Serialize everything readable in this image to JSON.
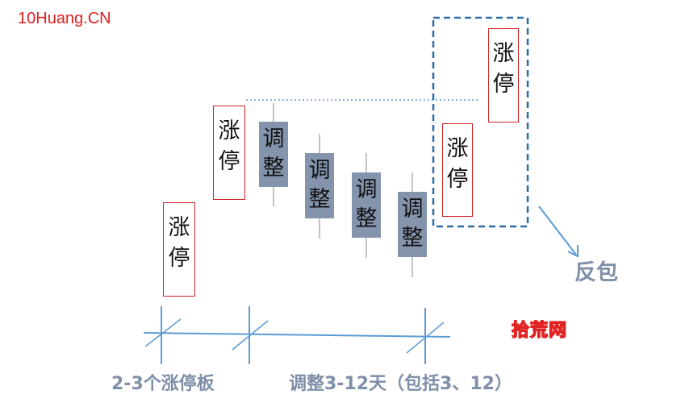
{
  "watermark": "10Huang.CN",
  "limit_up_char1": "涨",
  "limit_up_char2": "停",
  "adjust_char1": "调",
  "adjust_char2": "整",
  "reversal_label": "反包",
  "timeline_label_left": "2-3个涨停板",
  "timeline_label_right": "调整3-12天（包括3、12）",
  "logo_text": "拾荒网",
  "colors": {
    "limit_up_border": "#cc2222",
    "adjust_fill": "#8494ad",
    "label_gray": "#7f8fa8",
    "timeline_blue": "#5b9bd5",
    "dashed_box": "#2e6da4",
    "watermark_red": "#e02020"
  }
}
